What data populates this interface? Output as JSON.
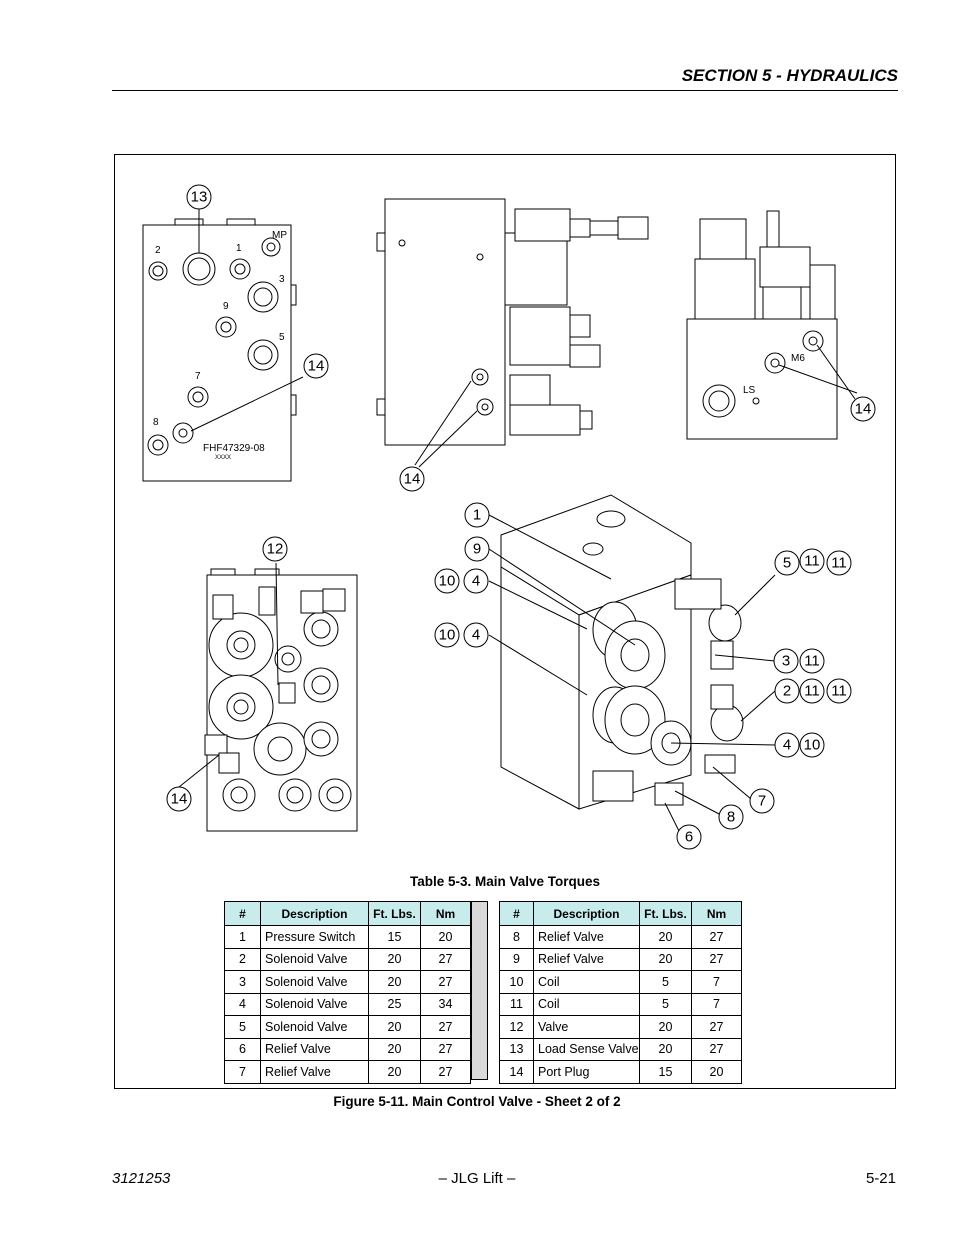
{
  "header": {
    "section": "SECTION 5 - HYDRAULICS"
  },
  "figure": {
    "callouts": [
      "13",
      "14",
      "14",
      "14",
      "12",
      "14",
      "1",
      "9",
      "10",
      "4",
      "10",
      "4",
      "5",
      "11",
      "11",
      "3",
      "11",
      "2",
      "11",
      "11",
      "4",
      "10",
      "7",
      "8",
      "6"
    ],
    "block_labels": {
      "p2": "2",
      "p1": "1",
      "mp": "MP",
      "p3": "3",
      "p9": "9",
      "p5": "5",
      "p7": "7",
      "p8": "8",
      "part_no": "FHF47329-08",
      "xxxx": "XXXX",
      "m6": "M6",
      "ls": "LS"
    }
  },
  "table": {
    "title": "Table 5-3. Main Valve Torques",
    "headers": [
      "#",
      "Description",
      "Ft. Lbs.",
      "Nm"
    ],
    "left_rows": [
      [
        "1",
        "Pressure Switch",
        "15",
        "20"
      ],
      [
        "2",
        "Solenoid Valve",
        "20",
        "27"
      ],
      [
        "3",
        "Solenoid Valve",
        "20",
        "27"
      ],
      [
        "4",
        "Solenoid Valve",
        "25",
        "34"
      ],
      [
        "5",
        "Solenoid Valve",
        "20",
        "27"
      ],
      [
        "6",
        "Relief Valve",
        "20",
        "27"
      ],
      [
        "7",
        "Relief Valve",
        "20",
        "27"
      ]
    ],
    "right_rows": [
      [
        "8",
        "Relief Valve",
        "20",
        "27"
      ],
      [
        "9",
        "Relief Valve",
        "20",
        "27"
      ],
      [
        "10",
        "Coil",
        "5",
        "7"
      ],
      [
        "11",
        "Coil",
        "5",
        "7"
      ],
      [
        "12",
        "Valve",
        "20",
        "27"
      ],
      [
        "13",
        "Load Sense Valve",
        "20",
        "27"
      ],
      [
        "14",
        "Port Plug",
        "15",
        "20"
      ]
    ]
  },
  "caption": "Figure 5-11.  Main Control Valve - Sheet 2 of 2",
  "footer": {
    "left": "3121253",
    "center": "– JLG Lift –",
    "right": "5-21"
  }
}
